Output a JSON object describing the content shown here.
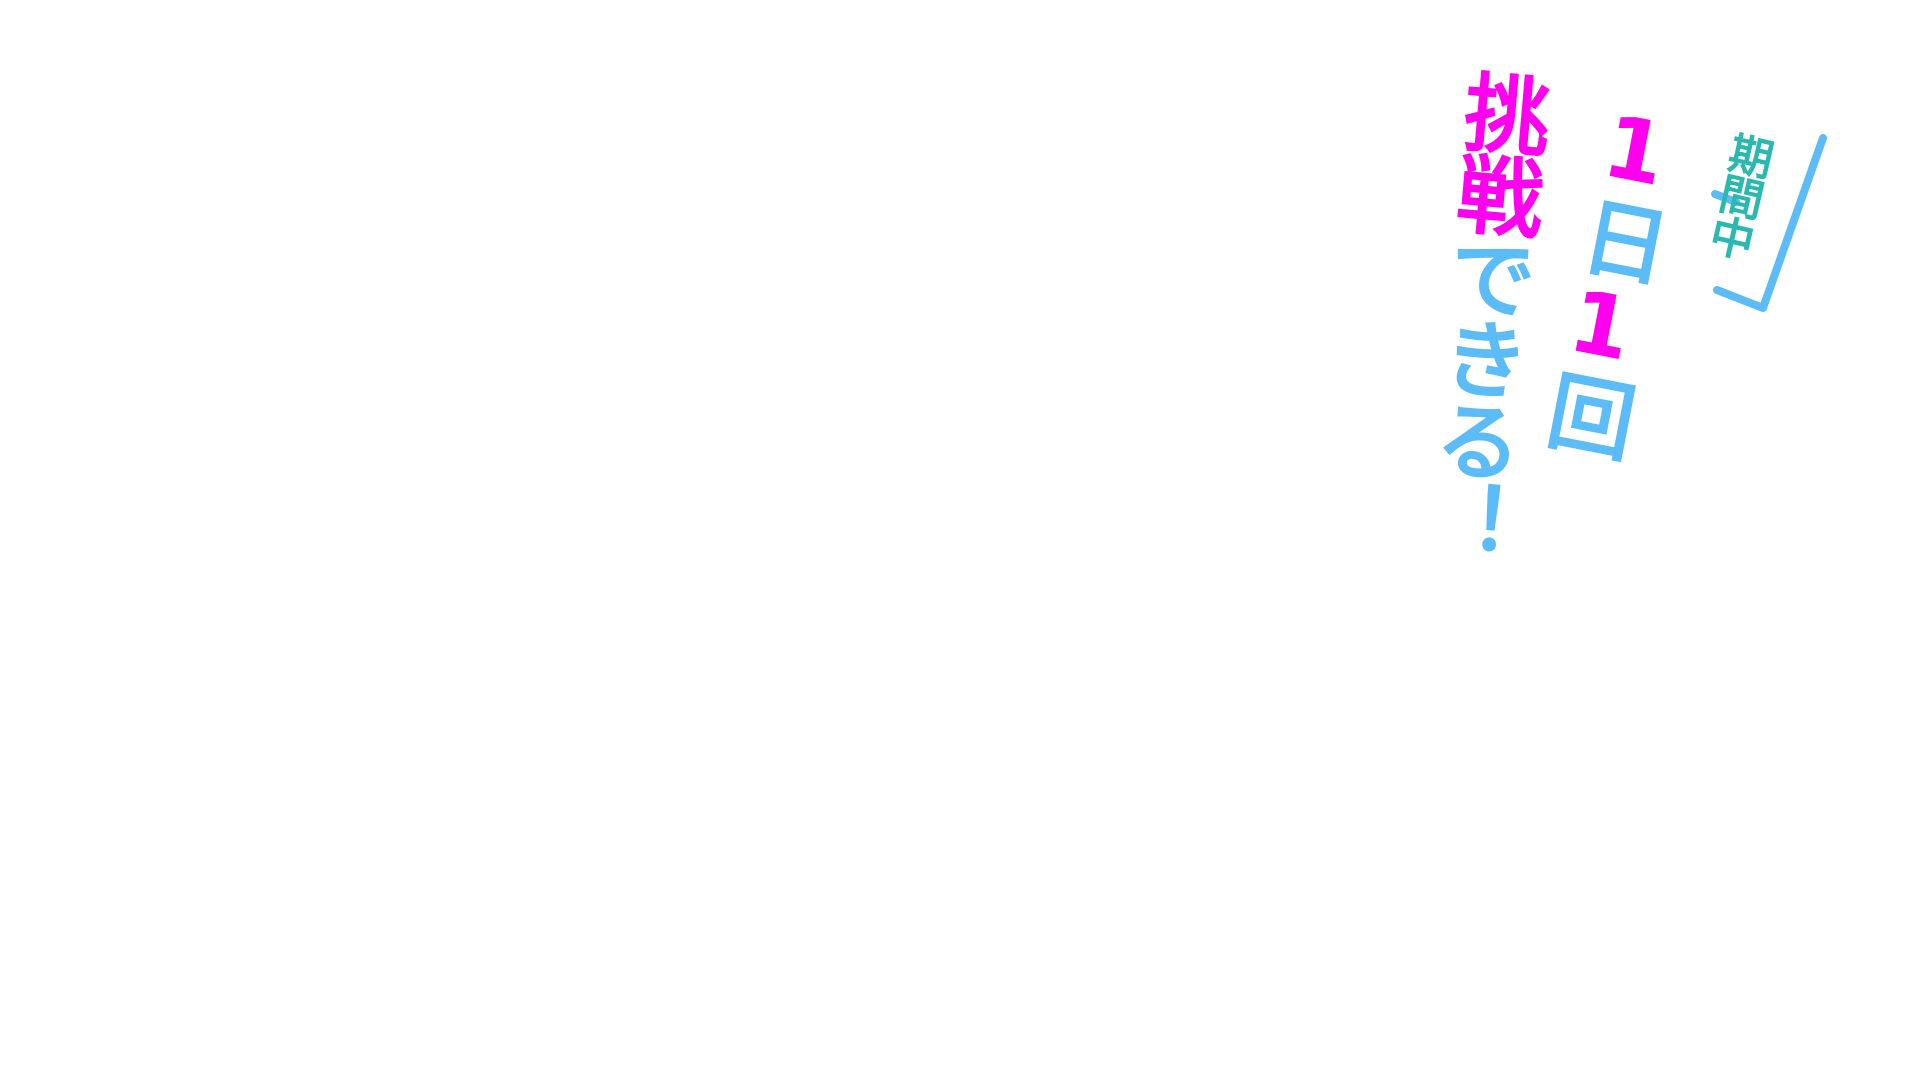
{
  "promo": {
    "period_label": "期間中",
    "count_number_1": "1",
    "count_unit_day": "日",
    "count_number_2": "1",
    "count_unit_times": "回",
    "challenge_word": "挑戦",
    "challenge_suffix": "できる！"
  },
  "colors": {
    "teal": "#2bb8b0",
    "magenta": "#ff00ee",
    "sky": "#5cbcf8"
  }
}
